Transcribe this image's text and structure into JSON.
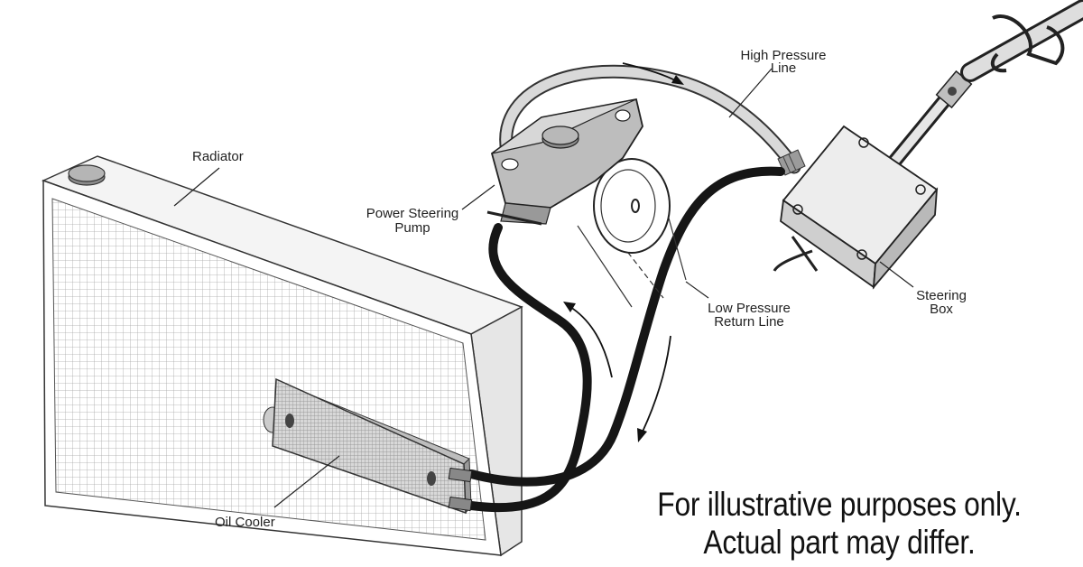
{
  "labels": {
    "radiator": "Radiator",
    "pump_line1": "Power Steering",
    "pump_line2": "Pump",
    "high_line1": "High Pressure",
    "high_line2": "Line",
    "low_line1": "Low Pressure",
    "low_line2": "Return Line",
    "box_line1": "Steering",
    "box_line2": "Box",
    "oil_cooler": "Oil Cooler"
  },
  "disclaimer": {
    "line1": "For illustrative purposes only.",
    "line2": "Actual part may differ."
  }
}
